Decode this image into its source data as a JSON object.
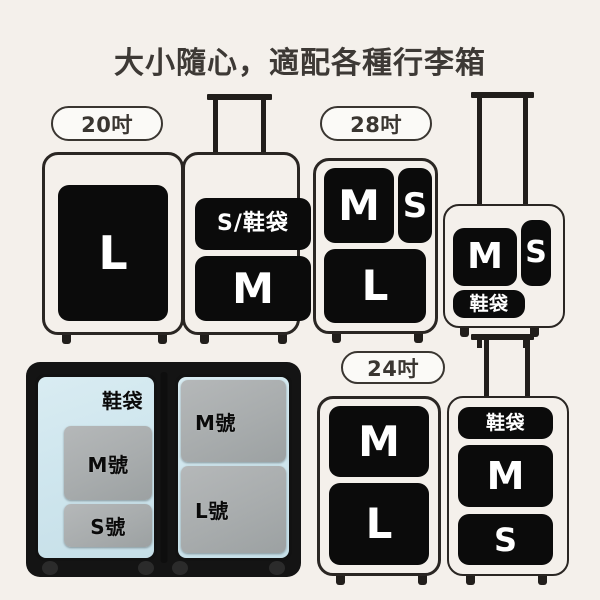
{
  "page": {
    "title": "大小隨心，適配各種行李箱",
    "background_color": "#F4F0EB",
    "title_color": "#3D3935",
    "cube_color": "#0B0B0B",
    "outline_color": "#2A2623"
  },
  "sections": [
    {
      "id": "size-20",
      "pill_label": "20吋",
      "cases": [
        {
          "id": "20-front",
          "has_handle": false,
          "cubes": [
            {
              "label": "L"
            }
          ]
        },
        {
          "id": "20-side",
          "has_handle": true,
          "cubes": [
            {
              "label": "S/鞋袋"
            },
            {
              "label": "M"
            }
          ]
        }
      ]
    },
    {
      "id": "size-28",
      "pill_label": "28吋",
      "cases": [
        {
          "id": "28-front",
          "has_handle": false,
          "cubes": [
            {
              "label": "M"
            },
            {
              "label": "S"
            },
            {
              "label": "L"
            }
          ]
        },
        {
          "id": "28-side",
          "has_handle": true,
          "cubes": [
            {
              "label": "M"
            },
            {
              "label": "S"
            },
            {
              "label": "鞋袋"
            }
          ]
        }
      ]
    },
    {
      "id": "size-24",
      "pill_label": "24吋",
      "cases": [
        {
          "id": "24-front",
          "has_handle": false,
          "cubes": [
            {
              "label": "M"
            },
            {
              "label": "L"
            }
          ]
        },
        {
          "id": "24-side",
          "has_handle": true,
          "cubes": [
            {
              "label": "鞋袋"
            },
            {
              "label": "M"
            },
            {
              "label": "S"
            }
          ]
        }
      ]
    }
  ],
  "photo": {
    "alt_name": "open-suitcase-photo",
    "left_compartment": [
      {
        "label": "鞋袋"
      },
      {
        "label": "M號"
      },
      {
        "label": "S號"
      }
    ],
    "right_compartment": [
      {
        "label": "M號"
      },
      {
        "label": "L號"
      }
    ]
  }
}
